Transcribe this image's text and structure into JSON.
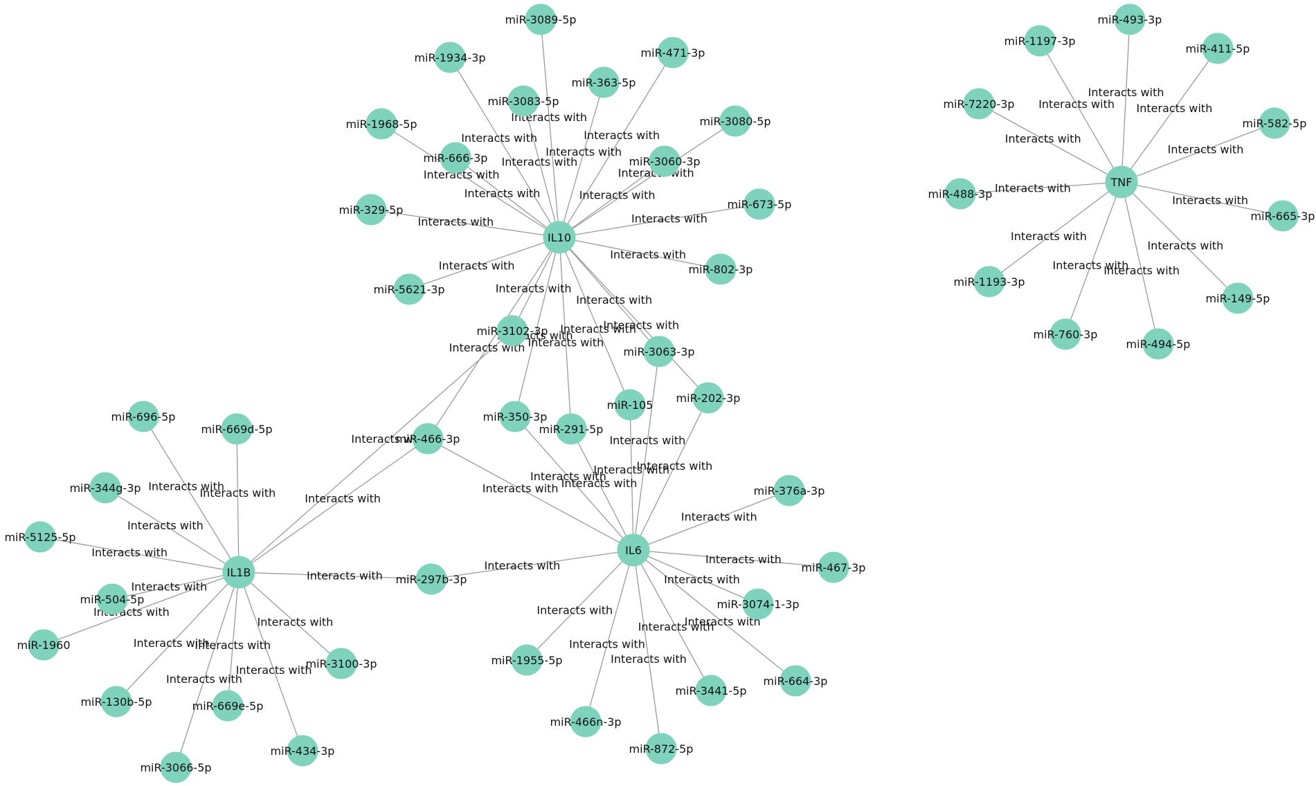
{
  "network": {
    "node_color": "#7fd3bd",
    "edge_color": "#9a9a9a",
    "hubs": [
      "IL10",
      "IL6",
      "IL1B",
      "TNF"
    ],
    "nodes": [
      "IL10",
      "IL6",
      "IL1B",
      "TNF",
      "miR-3089-5p",
      "miR-1934-3p",
      "miR-471-3p",
      "miR-363-5p",
      "miR-3083-5p",
      "miR-1968-5p",
      "miR-3080-5p",
      "miR-666-3p",
      "miR-3060-3p",
      "miR-673-5p",
      "miR-329-5p",
      "miR-802-3p",
      "miR-5621-3p",
      "miR-3102-3p",
      "miR-3063-3p",
      "miR-202-3p",
      "miR-105",
      "miR-350-3p",
      "miR-291-5p",
      "miR-466-3p",
      "miR-376a-3p",
      "miR-467-3p",
      "miR-3074-1-3p",
      "miR-664-3p",
      "miR-3441-5p",
      "miR-872-5p",
      "miR-466n-3p",
      "miR-1955-5p",
      "miR-297b-3p",
      "miR-3100-3p",
      "miR-434-3p",
      "miR-669e-5p",
      "miR-3066-5p",
      "miR-130b-5p",
      "miR-1960",
      "miR-504-5p",
      "miR-5125-5p",
      "miR-344g-3p",
      "miR-696-5p",
      "miR-669d-5p",
      "miR-1197-3p",
      "miR-493-3p",
      "miR-411-5p",
      "miR-7220-3p",
      "miR-582-5p",
      "miR-488-3p",
      "miR-665-3p",
      "miR-1193-3p",
      "miR-149-5p",
      "miR-760-3p",
      "miR-494-5p"
    ],
    "edge_label": "Interacts with",
    "edges": [
      [
        "IL10",
        "miR-3089-5p"
      ],
      [
        "IL10",
        "miR-1934-3p"
      ],
      [
        "IL10",
        "miR-471-3p"
      ],
      [
        "IL10",
        "miR-363-5p"
      ],
      [
        "IL10",
        "miR-3083-5p"
      ],
      [
        "IL10",
        "miR-1968-5p"
      ],
      [
        "IL10",
        "miR-3080-5p"
      ],
      [
        "IL10",
        "miR-666-3p"
      ],
      [
        "IL10",
        "miR-3060-3p"
      ],
      [
        "IL10",
        "miR-673-5p"
      ],
      [
        "IL10",
        "miR-329-5p"
      ],
      [
        "IL10",
        "miR-802-3p"
      ],
      [
        "IL10",
        "miR-5621-3p"
      ],
      [
        "IL10",
        "miR-3102-3p"
      ],
      [
        "IL10",
        "miR-3063-3p"
      ],
      [
        "IL10",
        "miR-202-3p"
      ],
      [
        "IL10",
        "miR-105"
      ],
      [
        "IL10",
        "miR-350-3p"
      ],
      [
        "IL10",
        "miR-291-5p"
      ],
      [
        "IL10",
        "miR-466-3p"
      ],
      [
        "IL6",
        "miR-376a-3p"
      ],
      [
        "IL6",
        "miR-467-3p"
      ],
      [
        "IL6",
        "miR-3074-1-3p"
      ],
      [
        "IL6",
        "miR-664-3p"
      ],
      [
        "IL6",
        "miR-3441-5p"
      ],
      [
        "IL6",
        "miR-872-5p"
      ],
      [
        "IL6",
        "miR-466n-3p"
      ],
      [
        "IL6",
        "miR-1955-5p"
      ],
      [
        "IL6",
        "miR-297b-3p"
      ],
      [
        "IL6",
        "miR-466-3p"
      ],
      [
        "IL6",
        "miR-350-3p"
      ],
      [
        "IL6",
        "miR-291-5p"
      ],
      [
        "IL6",
        "miR-105"
      ],
      [
        "IL6",
        "miR-202-3p"
      ],
      [
        "IL6",
        "miR-3063-3p"
      ],
      [
        "IL1B",
        "miR-297b-3p"
      ],
      [
        "IL1B",
        "miR-3100-3p"
      ],
      [
        "IL1B",
        "miR-434-3p"
      ],
      [
        "IL1B",
        "miR-669e-5p"
      ],
      [
        "IL1B",
        "miR-3066-5p"
      ],
      [
        "IL1B",
        "miR-130b-5p"
      ],
      [
        "IL1B",
        "miR-1960"
      ],
      [
        "IL1B",
        "miR-504-5p"
      ],
      [
        "IL1B",
        "miR-5125-5p"
      ],
      [
        "IL1B",
        "miR-344g-3p"
      ],
      [
        "IL1B",
        "miR-696-5p"
      ],
      [
        "IL1B",
        "miR-669d-5p"
      ],
      [
        "IL1B",
        "miR-466-3p"
      ],
      [
        "IL1B",
        "miR-3102-3p"
      ],
      [
        "TNF",
        "miR-1197-3p"
      ],
      [
        "TNF",
        "miR-493-3p"
      ],
      [
        "TNF",
        "miR-411-5p"
      ],
      [
        "TNF",
        "miR-7220-3p"
      ],
      [
        "TNF",
        "miR-582-5p"
      ],
      [
        "TNF",
        "miR-488-3p"
      ],
      [
        "TNF",
        "miR-665-3p"
      ],
      [
        "TNF",
        "miR-1193-3p"
      ],
      [
        "TNF",
        "miR-149-5p"
      ],
      [
        "TNF",
        "miR-760-3p"
      ],
      [
        "TNF",
        "miR-494-5p"
      ]
    ]
  }
}
